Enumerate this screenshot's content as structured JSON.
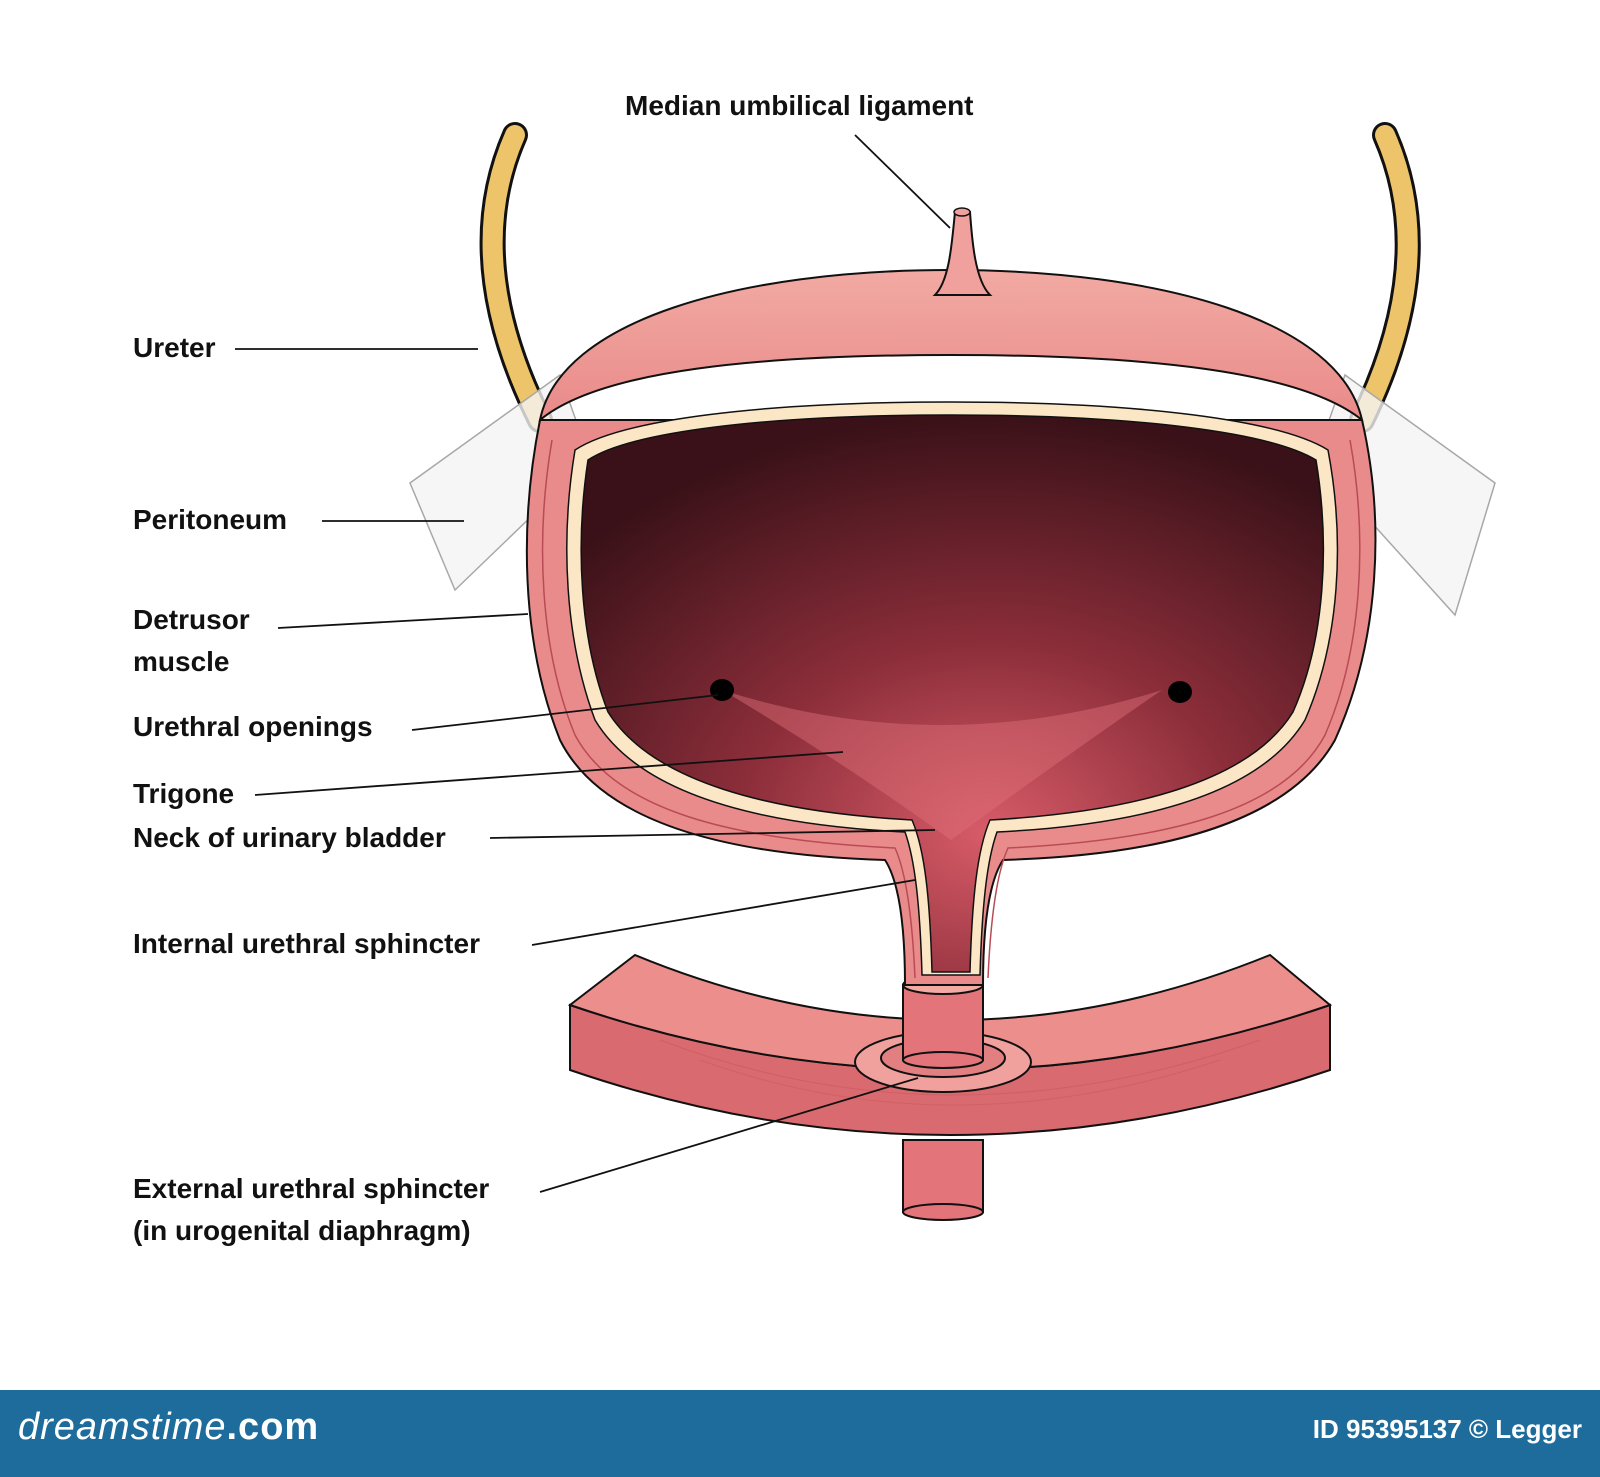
{
  "labels": {
    "median_umbilical_ligament": "Median umbilical ligament",
    "ureter": "Ureter",
    "peritoneum": "Peritoneum",
    "detrusor_line1": "Detrusor",
    "detrusor_line2": "muscle",
    "urethral_openings": "Urethral openings",
    "trigone": "Trigone",
    "neck": "Neck of urinary bladder",
    "internal_sphincter": "Internal urethral sphincter",
    "external_sphincter_line1": "External urethral sphincter",
    "external_sphincter_line2": "(in urogenital diaphragm)"
  },
  "footer": {
    "brand_name": "dreamstime",
    "brand_suffix": ".com",
    "credit": "ID 95395137 © Legger"
  },
  "colors": {
    "bladder_wall": "#e98b8b",
    "bladder_wall_light": "#f2a8a3",
    "lumen_dark": "#3f1319",
    "lumen_light": "#c8505c",
    "ureter": "#edc46a",
    "mucosa_layer": "#fbe7c6",
    "footer_bg": "#1d6c9c"
  }
}
